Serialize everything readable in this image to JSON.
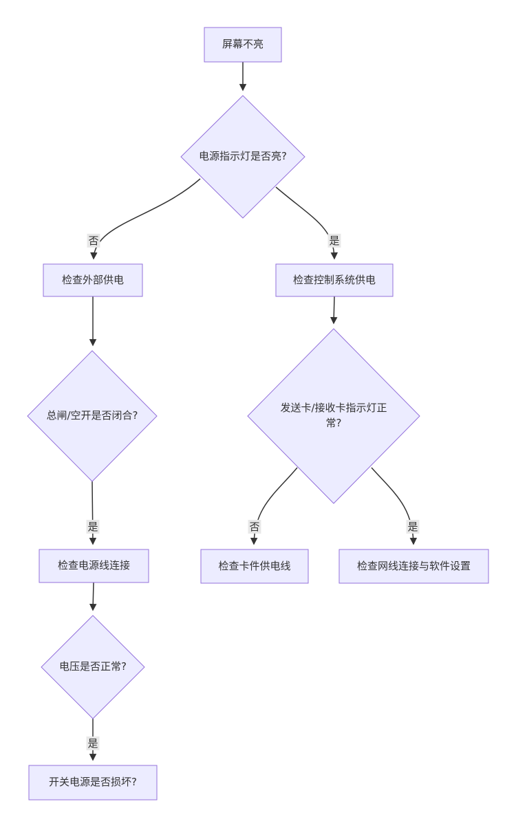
{
  "diagram": {
    "type": "flowchart",
    "direction": "top-to-bottom",
    "nodes": [
      {
        "id": "screen_not_lit",
        "shape": "rect",
        "label": "屏幕不亮"
      },
      {
        "id": "power_indicator_on",
        "shape": "diamond",
        "label": "电源指示灯是否亮?"
      },
      {
        "id": "check_external_power",
        "shape": "rect",
        "label": "检查外部供电"
      },
      {
        "id": "check_control_system_power",
        "shape": "rect",
        "label": "检查控制系统供电"
      },
      {
        "id": "main_switch_closed",
        "shape": "diamond",
        "label": "总闸/空开是否闭合?"
      },
      {
        "id": "check_power_cable",
        "shape": "rect",
        "label": "检查电源线连接"
      },
      {
        "id": "voltage_normal",
        "shape": "diamond",
        "label": "电压是否正常?"
      },
      {
        "id": "psu_damaged",
        "shape": "rect",
        "label": "开关电源是否损坏?"
      },
      {
        "id": "card_indicator_normal",
        "shape": "diamond",
        "label": "发送卡/接收卡指示灯正常?"
      },
      {
        "id": "check_card_power_cable",
        "shape": "rect",
        "label": "检查卡件供电线"
      },
      {
        "id": "check_network_and_software",
        "shape": "rect",
        "label": "检查网线连接与软件设置"
      }
    ],
    "edges": [
      {
        "from": "screen_not_lit",
        "to": "power_indicator_on",
        "label": ""
      },
      {
        "from": "power_indicator_on",
        "to": "check_external_power",
        "label": "否"
      },
      {
        "from": "power_indicator_on",
        "to": "check_control_system_power",
        "label": "是"
      },
      {
        "from": "check_external_power",
        "to": "main_switch_closed",
        "label": ""
      },
      {
        "from": "main_switch_closed",
        "to": "check_power_cable",
        "label": "是"
      },
      {
        "from": "check_power_cable",
        "to": "voltage_normal",
        "label": ""
      },
      {
        "from": "voltage_normal",
        "to": "psu_damaged",
        "label": "是"
      },
      {
        "from": "check_control_system_power",
        "to": "card_indicator_normal",
        "label": ""
      },
      {
        "from": "card_indicator_normal",
        "to": "check_card_power_cable",
        "label": "否"
      },
      {
        "from": "card_indicator_normal",
        "to": "check_network_and_software",
        "label": "是"
      }
    ],
    "colors": {
      "node_fill": "#ECECFF",
      "node_border": "#9370DB",
      "edge": "#333333",
      "text": "#333333",
      "label_bg": "#e8e8e8",
      "background": "#ffffff"
    }
  }
}
